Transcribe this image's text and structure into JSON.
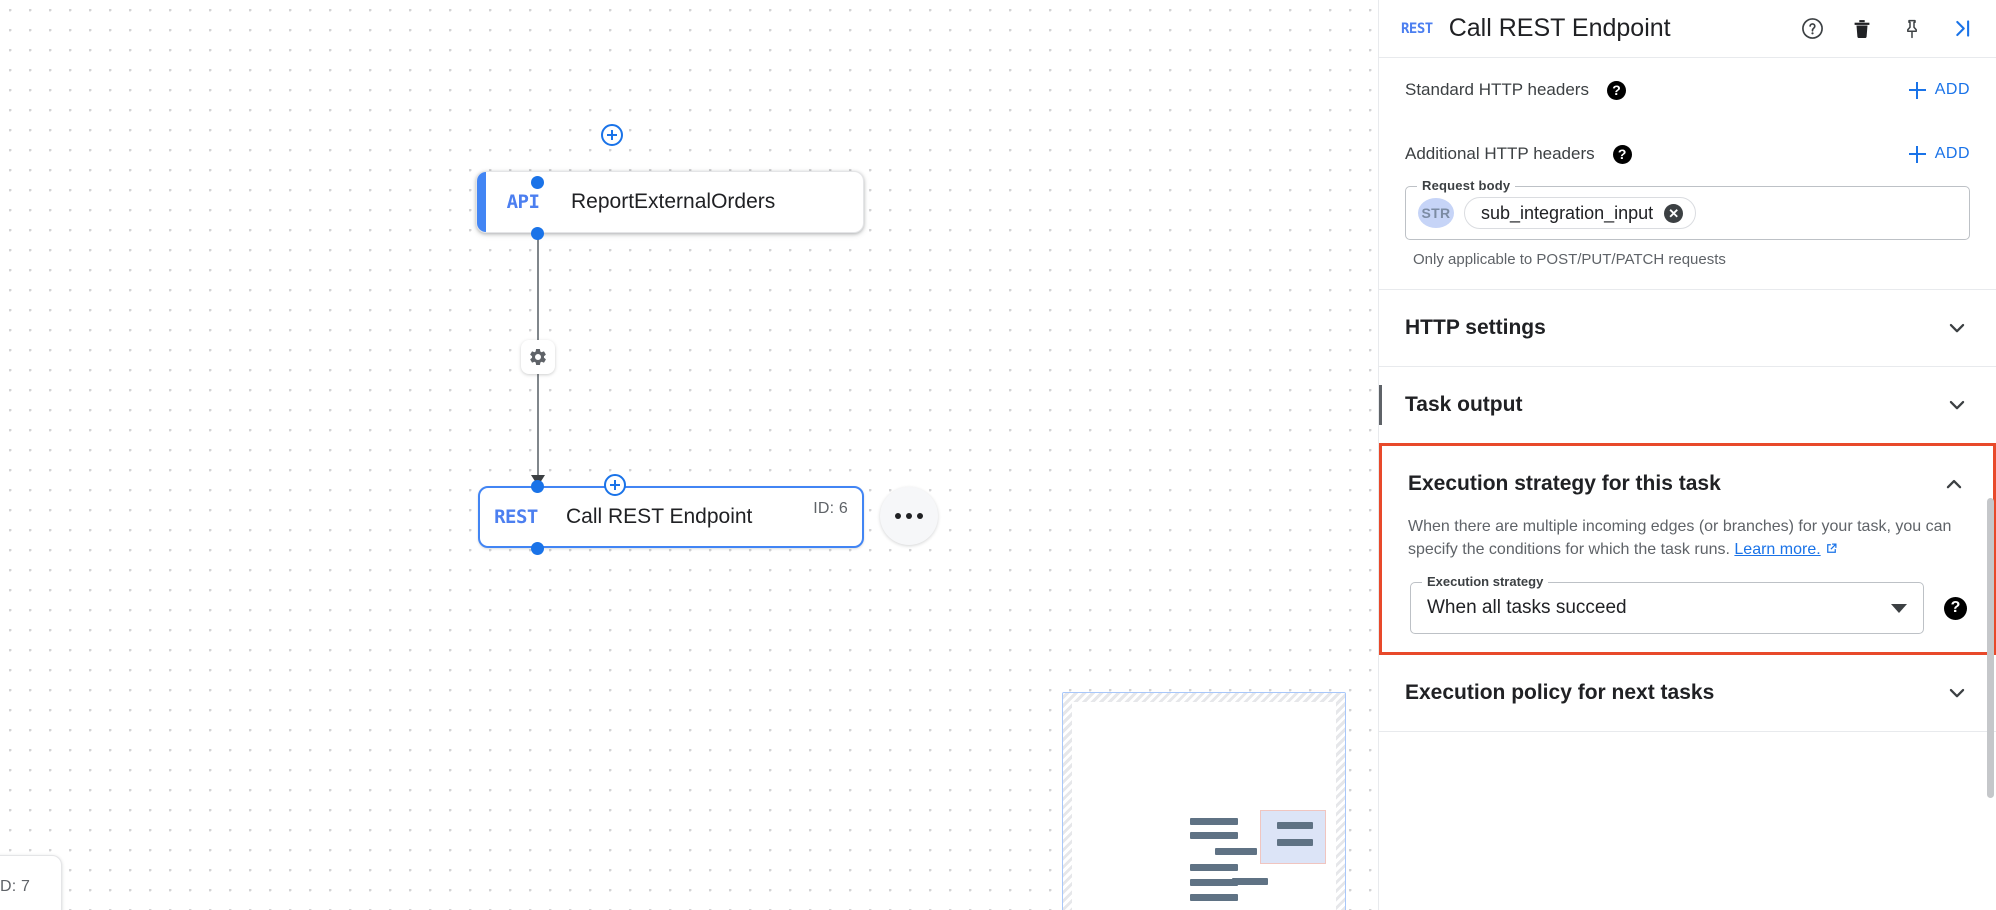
{
  "canvas": {
    "nodes": [
      {
        "badge": "API",
        "title": "ReportExternalOrders",
        "id_label": ""
      },
      {
        "badge": "REST",
        "title": "Call REST Endpoint",
        "id_label": "ID: 6"
      }
    ],
    "clipped_id_label": "D: 7",
    "kebab_label": "more-options",
    "edge_config_icon": "gear-icon",
    "add_node_icon": "plus-circle-icon",
    "minimap_label": "minimap"
  },
  "panel": {
    "header": {
      "badge": "REST",
      "title": "Call REST Endpoint",
      "actions": [
        {
          "name": "help-icon",
          "label": "Help"
        },
        {
          "name": "delete-icon",
          "label": "Delete"
        },
        {
          "name": "pin-icon",
          "label": "Pin"
        },
        {
          "name": "collapse-panel-icon",
          "label": "Collapse"
        }
      ]
    },
    "standard_headers": {
      "label": "Standard HTTP headers",
      "add_label": "ADD"
    },
    "additional_headers": {
      "label": "Additional HTTP headers",
      "add_label": "ADD"
    },
    "request_body": {
      "legend": "Request body",
      "type_chip": "STR",
      "value": "sub_integration_input",
      "helper": "Only applicable to POST/PUT/PATCH requests"
    },
    "sections": [
      {
        "title": "HTTP settings",
        "state": "collapsed"
      },
      {
        "title": "Task output",
        "state": "collapsed"
      },
      {
        "title": "Execution policy for next tasks",
        "state": "collapsed"
      }
    ],
    "execution_strategy": {
      "title": "Execution strategy for this task",
      "state": "expanded",
      "description_part1": "When there are multiple incoming edges (or branches) for your task, you can specify the conditions for which the task runs. ",
      "link_text": "Learn more.",
      "field_legend": "Execution strategy",
      "field_value": "When all tasks succeed",
      "highlight_color": "#e8492a"
    }
  },
  "colors": {
    "accent_blue": "#1a73e8",
    "node_blue": "#4285f4",
    "highlight_red": "#e8492a",
    "text_primary": "#202124",
    "text_secondary": "#5f6368"
  }
}
